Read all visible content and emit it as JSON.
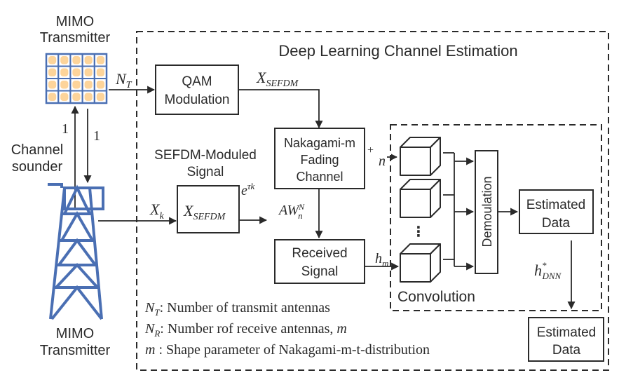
{
  "diagram": {
    "title": "Deep Learning Channel Estimation",
    "transmitter_top": {
      "line1": "MIMO",
      "line2": "Transmitter"
    },
    "transmitter_bottom": {
      "line1": "MIMO",
      "line2": "Transmitter"
    },
    "channel_sounder": {
      "line1": "Channel",
      "line2": "sounder"
    },
    "sounder_links": {
      "up_label": "1",
      "down_label": "1"
    },
    "antenna_array": {
      "rows": 4,
      "cols": 5,
      "grid_color": "#4a6fb3",
      "element_color": "#fdd49a"
    },
    "tower_color": "#4a6fb3",
    "blocks": {
      "qam": {
        "line1": "QAM",
        "line2": "Modulation"
      },
      "sefdm_caption": {
        "line1": "SEFDM-Moduled",
        "line2": "Signal"
      },
      "sefdm_block": {
        "main": "X",
        "sub": "SEFDM"
      },
      "nakagami": {
        "line1": "Nakagami-m",
        "line2": "Fading",
        "line3": "Channel"
      },
      "received": {
        "line1": "Received",
        "line2": "Signal"
      },
      "demodulation": "Demoulation",
      "estimated_inner": {
        "line1": "Estimated",
        "line2": "Data"
      },
      "estimated_outer": {
        "line1": "Estimated",
        "line2": "Data"
      },
      "convolution": "Convolution",
      "ellipsis": "⋮"
    },
    "signals": {
      "nt": {
        "main": "N",
        "sub": "T"
      },
      "x_sefdm": {
        "main": "X",
        "sub": "SEFDM"
      },
      "xk": {
        "main": "X",
        "sub": "k"
      },
      "exp": {
        "main": "e",
        "sup": "τk"
      },
      "aw": {
        "main": "AW",
        "sup": "N",
        "sub": "n"
      },
      "plus": "+",
      "noise": "n",
      "hm": {
        "main": "h",
        "sub": "m"
      },
      "hdnn": {
        "main": "h",
        "sup": "*",
        "sub": "DNN"
      }
    },
    "legend": [
      {
        "sym": "N",
        "sub": "T",
        "text": ": Number of transmit antennas"
      },
      {
        "sym": "N",
        "sub": "R",
        "text": ": Number rof receive antennas, ",
        "tail": "m"
      },
      {
        "sym": "m",
        "sub": "",
        "text": " : Shape parameter of Nakagami-m-t-distribution"
      }
    ]
  }
}
